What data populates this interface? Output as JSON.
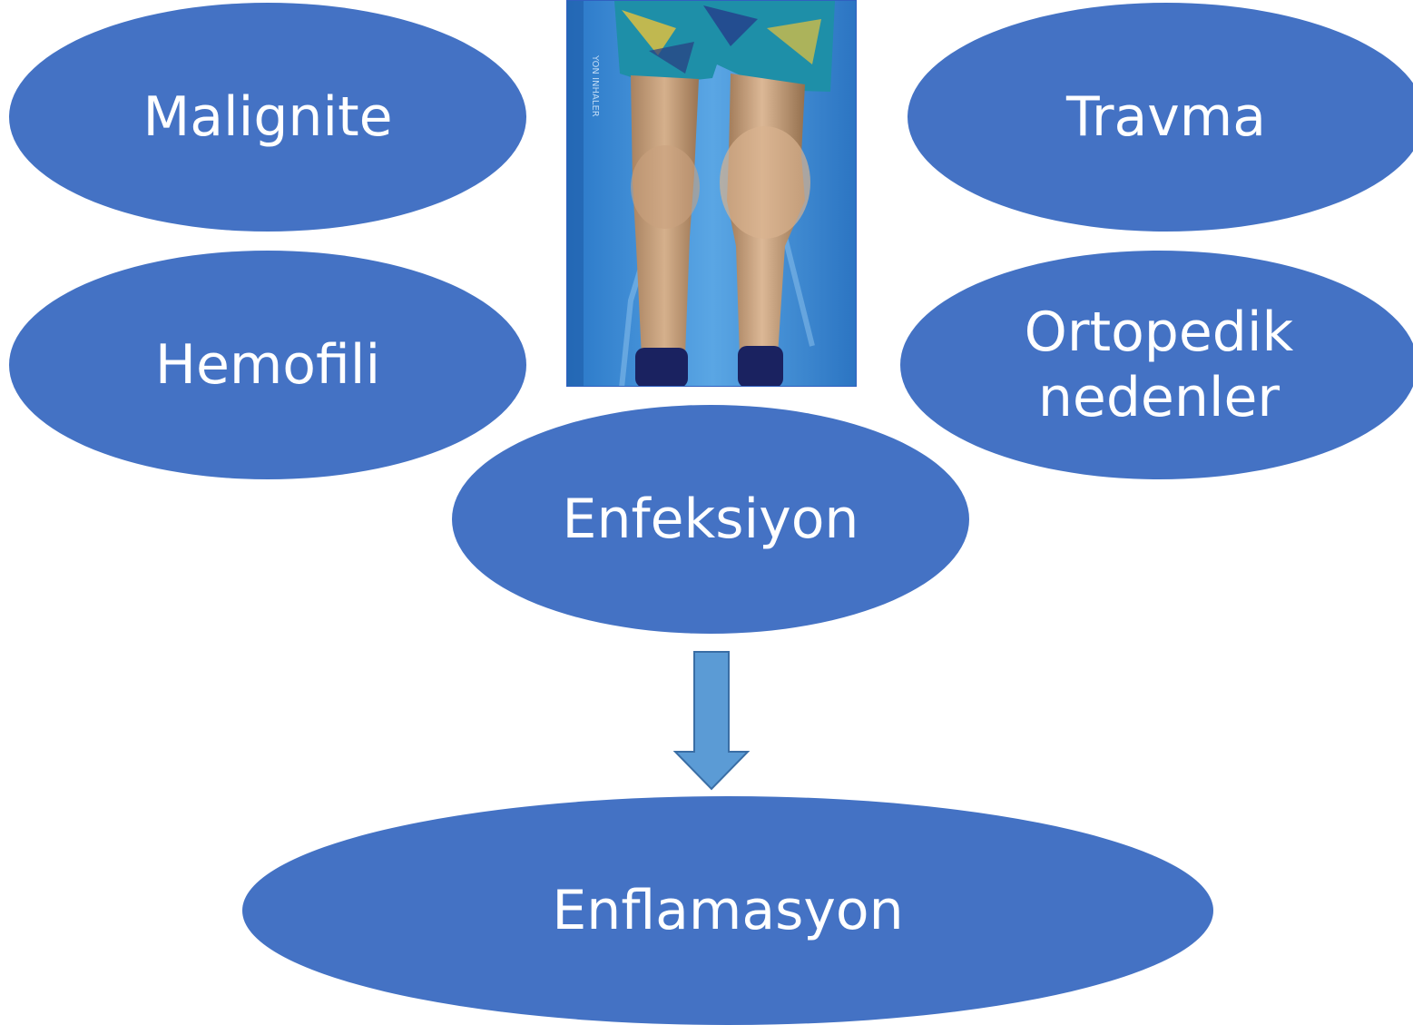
{
  "nodes": {
    "malignite": "Malignite",
    "travma": "Travma",
    "hemofili": "Hemofili",
    "ortopedik_line1": "Ortopedik",
    "ortopedik_line2": "nedenler",
    "enfeksiyon": "Enfeksiyon",
    "enflamasyon": "Enflamasyon"
  },
  "photo": {
    "icon": "swollen-knee-photo",
    "subject": "legs with swollen right knee"
  },
  "colors": {
    "node_fill": "#4472c4",
    "arrow_fill": "#5b9bd5",
    "text": "#ffffff"
  }
}
